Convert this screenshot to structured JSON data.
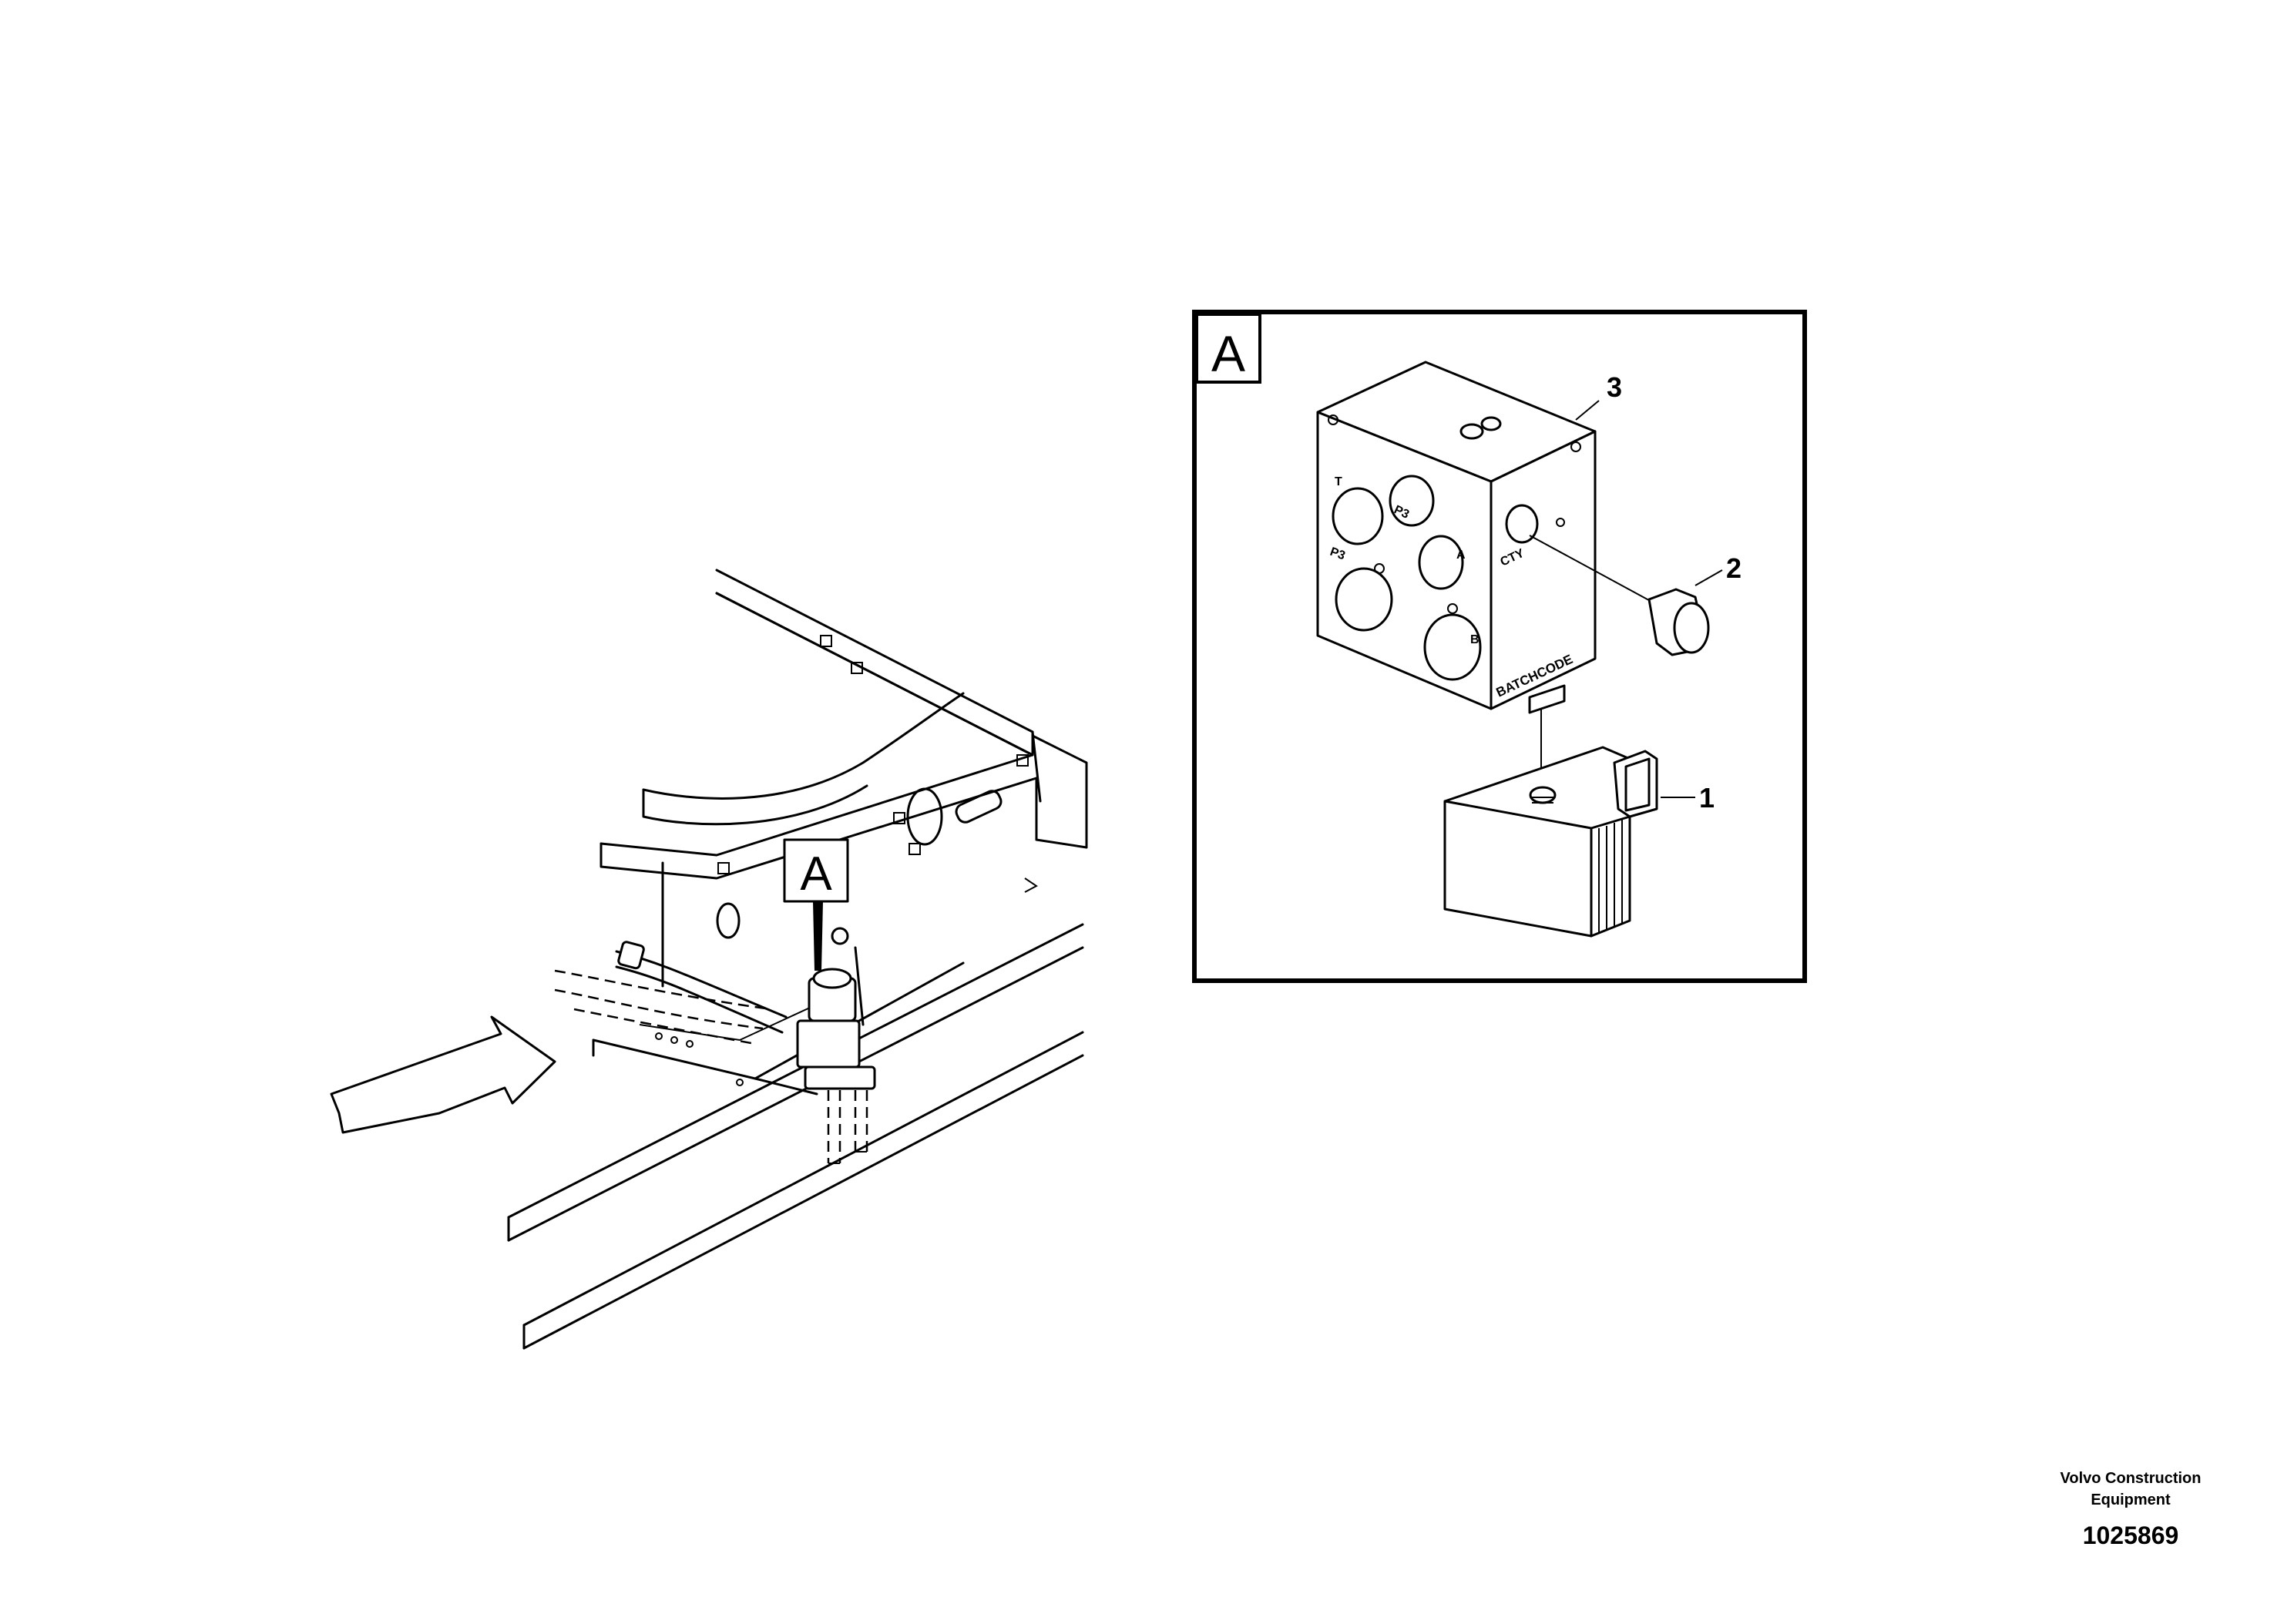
{
  "callout": {
    "label": "A"
  },
  "detail": {
    "label": "A"
  },
  "part_callouts": [
    "1",
    "2",
    "3"
  ],
  "port_labels": [
    "T",
    "P3",
    "P3",
    "A",
    "B",
    "CTY"
  ],
  "engraving": "BATCHCODE",
  "footer": {
    "company": "Volvo Construction Equipment",
    "document_number": "1025869"
  }
}
